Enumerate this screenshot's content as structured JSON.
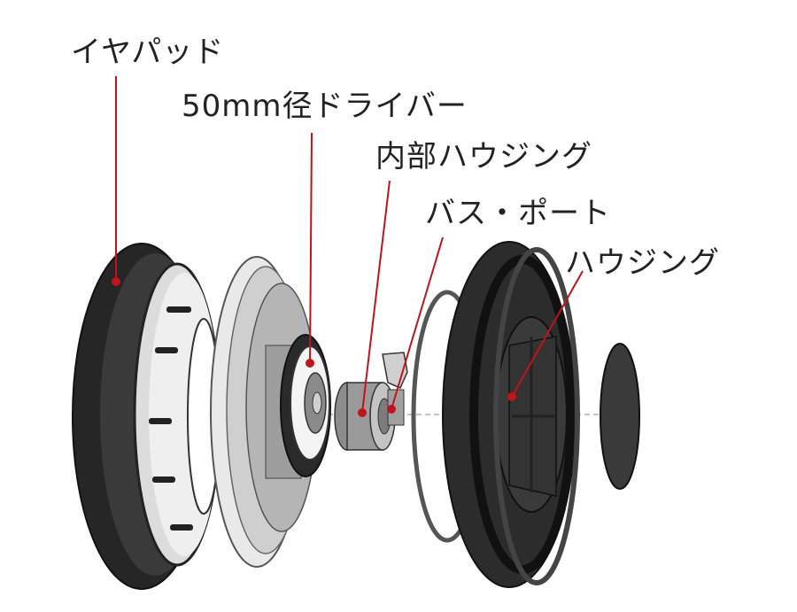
{
  "labels": {
    "ear_pad": "イヤパッド",
    "driver": "50mm径ドライバー",
    "inner_housing": "内部ハウジング",
    "bass_port": "バス・ポート",
    "housing": "ハウジング"
  },
  "colors": {
    "leader_line": "#c0141c",
    "part_dark": "#2b2b2b",
    "part_mid": "#8a8a8a",
    "part_light": "#d8d8d8"
  }
}
